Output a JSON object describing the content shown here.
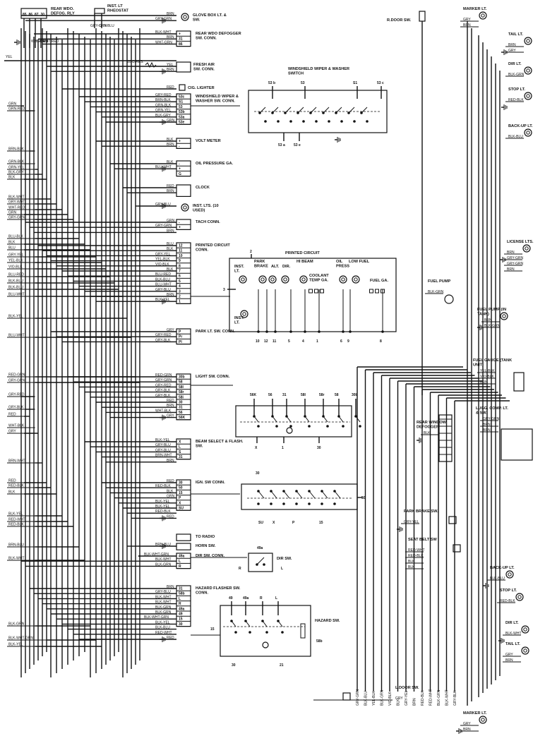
{
  "relay": {
    "label": "REAR WDO. DEFOG. RLY",
    "pins": [
      "85",
      "86",
      "87",
      "30"
    ]
  },
  "top": {
    "rheostat": "INST. LT RHEOSTAT",
    "rear_door_sw": "R.DOOR SW.",
    "yel": "YEL",
    "res": "10 Ω RES."
  },
  "left_wires": [
    "GRN",
    "GRN-RED",
    "BRN-BLK",
    "GRN-BLK",
    "GRN-YEL",
    "BLK-GRY",
    "BLK",
    "BLK-WHT",
    "GRY-WHT",
    "WHT-RED",
    "GRN",
    "GRY-GRN",
    "BLU-BLK",
    "BLK",
    "BLU",
    "GRY-YEL",
    "YEL-BLK",
    "VIO-BLK",
    "BLU-RED",
    "BLK-BLU",
    "BLK-BLU",
    "BLU-WHT",
    "BLK-YEL",
    "BLU-WHT",
    "RED-GRN",
    "GRY-GRN",
    "GRY-RED",
    "GRY-BLK",
    "RED",
    "WHT-BLK",
    "GRY",
    "BRN-WHT",
    "RED",
    "RED-BLK",
    "BLK",
    "BLK-YEL",
    "RED-WHT",
    "RED-BLK",
    "BRN-BLU",
    "BLK-WHT",
    "BLK-GRN",
    "BLK-WHT-GRN",
    "BLK-YEL"
  ],
  "components": [
    {
      "label": "GLOVE BOX LT. & SW.",
      "wires": [
        "BRN",
        "GRY-GRN"
      ]
    },
    {
      "label": "REAR WDO DEFOGGER SW. CONN.",
      "wires": [
        "BLK-WHT",
        "BRN",
        "WHT-GRN"
      ],
      "pins": [
        "+",
        "31",
        "86"
      ]
    },
    {
      "label": "FRESH AIR SW. CONN.",
      "wires": [
        "YEL",
        "BRN"
      ]
    },
    {
      "label": "CIG. LIGHTER",
      "wires": [
        "RED"
      ]
    },
    {
      "label": "WINDSHIELD WIPER & WASHER SW. CONN.",
      "wires": [
        "GRY-RED",
        "BRN-BLK",
        "GRN-BLK",
        "GRN-YEL",
        "BLK-GRY",
        "GRN"
      ],
      "pins": [
        "53c",
        "S1",
        "53",
        "53b",
        "53a",
        "53e"
      ]
    },
    {
      "label": "VOLT METER",
      "wires": [
        "BLK",
        "BRN"
      ],
      "pins": [
        "+",
        "-"
      ]
    },
    {
      "label": "OIL PRESSURE GA.",
      "wires": [
        "BLK",
        "BLU-WHT"
      ],
      "pins": [
        "-",
        "+",
        "G"
      ]
    },
    {
      "label": "CLOCK",
      "wires": [
        "RED",
        "BRN"
      ]
    },
    {
      "label": "INST. LTS. (10 USED)",
      "wires": [
        "GRY-BLU"
      ]
    },
    {
      "label": "TACH CONN.",
      "wires": [
        "GRN",
        "GRY-GRN",
        "BRN"
      ],
      "pins": [
        "-",
        "+"
      ]
    },
    {
      "label": "PRINTED CIRCUIT CONN.",
      "wires": [
        "BLU",
        "BLK",
        "GRY-YEL",
        "YEL-BLK",
        "VIO-BLK",
        "BLK",
        "BLU-RED",
        "BLK-BLU",
        "BLU-WHT",
        "GRY-BLU",
        "BRN",
        "BLK-YEL"
      ],
      "pins": [
        "12",
        "11",
        "10",
        "9",
        "8",
        "7",
        "6",
        "5",
        "4",
        "3",
        "2",
        "1"
      ]
    },
    {
      "label": "PARK LT. SW. CONN.",
      "wires": [
        "GRY",
        "GRY-RED",
        "GRY-BLK"
      ],
      "pins": [
        "P",
        "Pr",
        "Pl"
      ]
    },
    {
      "label": "LIGHT SW. CONN.",
      "wires": [
        "RED-GRN",
        "GRY-GRN",
        "GRY-RED",
        "GRY-BLK",
        "GRY-BLK",
        "RED",
        "BRN",
        "WHT-BLK",
        "GRY"
      ],
      "pins": [
        "30b",
        "58",
        "58l",
        "58r",
        "58i",
        "30",
        "31",
        "56",
        "56K"
      ]
    },
    {
      "label": "BEAM SELECT & FLASH. SW.",
      "wires": [
        "BLK-YEL",
        "GRY-BLU",
        "GRY-BLU",
        "BRN-WHT",
        "BRN"
      ],
      "pins": [
        "X",
        "L",
        "S",
        "31"
      ]
    },
    {
      "label": "IGN. SW CONN.",
      "wires": [
        "RED",
        "RED-BLK",
        "BLK",
        "GRN",
        "BLK-YEL",
        "BLK-YEL",
        "RED-BLK",
        "RED"
      ],
      "pins": [
        "30",
        "50",
        "15",
        "P",
        "X",
        "SU"
      ]
    },
    {
      "label": "TO RADIO",
      "wires": []
    },
    {
      "label": "HORN SW.",
      "wires": [
        "BRN-BLU"
      ]
    },
    {
      "label": "DIR SW. CONN.",
      "wires": [
        "BLK-WHT-GRN",
        "BLK-WHT",
        "BLK-GRN"
      ],
      "pins": [
        "49a",
        "L",
        "R"
      ]
    },
    {
      "label": "HAZARD FLASHER SW. CONN.",
      "wires": [
        "BRN",
        "GRY-BLU",
        "BLK-WHT",
        "BLK-WHT",
        "BLK-GRN",
        "BLK-GRN",
        "BLK-WHT-GRN",
        "BLK-YEL",
        "BLK-BLU",
        "RED-WHT",
        "RED"
      ],
      "pins": [
        "31",
        "58b",
        "L",
        "R",
        "49a",
        "49",
        "15",
        "30"
      ]
    }
  ],
  "switches": {
    "wiper": {
      "label": "WINDSHIELD WIPER & WASHER SWITCH",
      "top_pins": [
        "53 b",
        "53",
        "S1",
        "53 c"
      ],
      "bottom_pins": [
        "53 a",
        "53 e"
      ]
    },
    "printed_circuit": {
      "label": "PRINTED CIRCUIT",
      "items": [
        "INST. LT.",
        "PARK BRAKE",
        "ALT.",
        "DIR.",
        "HI BEAM",
        "COOLANT TEMP GA.",
        "OIL PRESS",
        "LOW FUEL",
        "FUEL GA.",
        "INST. LT."
      ],
      "pins": [
        "10",
        "12",
        "11",
        "5",
        "4",
        "1",
        "6",
        "9",
        "8"
      ],
      "side_pins": [
        "3",
        "2"
      ]
    },
    "light": {
      "top_pins": [
        "56K",
        "56",
        "31",
        "58l",
        "58r",
        "58",
        "30b"
      ],
      "bottom_pins": [
        "X",
        "1",
        "30"
      ]
    },
    "ign": {
      "pins": [
        "30",
        "SU",
        "X",
        "P",
        "15",
        "50"
      ]
    },
    "dir": {
      "pins": [
        "49a",
        "R",
        "L"
      ],
      "label": "DIR SW."
    },
    "hazard": {
      "label": "HAZARD SW.",
      "top_pins": [
        "49",
        "49a",
        "R",
        "L"
      ],
      "pins": [
        "15",
        "58b",
        "30",
        "21"
      ]
    }
  },
  "right_side": [
    {
      "label": "MARKER LT.",
      "wires": [
        "GRY",
        "BRN"
      ]
    },
    {
      "label": "TAIL LT.",
      "wires": [
        "BRN",
        "GRY"
      ]
    },
    {
      "label": "DIR LT.",
      "wires": [
        "BLK-GRN"
      ]
    },
    {
      "label": "STOP LT.",
      "wires": [
        "RED-BLK"
      ]
    },
    {
      "label": "BACK-UP LT.",
      "wires": [
        "BLK-BLU"
      ]
    },
    {
      "label": "LICENSE LTS.",
      "wires": [
        "BRN",
        "GRY-GRN",
        "GRY-GRN",
        "BRN"
      ]
    },
    {
      "label": "FUEL PUMP",
      "wires": [
        "BLK-GRN"
      ]
    },
    {
      "label": "FUEL PUMP (IN TANK)",
      "wires": [
        "BRN",
        "BLK-GRN"
      ]
    },
    {
      "label": "FUEL GAUGE (TANK UNIT)",
      "wires": [
        "YEL-BLK",
        "VIO-BLK",
        "BRN"
      ],
      "pins": [
        "W",
        "G",
        "31"
      ]
    },
    {
      "label": "REAR WINDOW DEFOGGER",
      "wires": [
        "BLK"
      ]
    },
    {
      "label": "LUGG. COMP. LT. & SW.",
      "wires": [
        "GRY-GRN",
        "BRN",
        "BRN"
      ]
    },
    {
      "label": "PARK BRAKE SW.",
      "wires": [
        "GRY-YEL"
      ]
    },
    {
      "label": "SEAT BELT SW",
      "wires": [
        "RED-WHT",
        "RED-BLK",
        "BLK",
        "BLK"
      ]
    },
    {
      "label": "BACK-UP LT.",
      "wires": [
        "BLK-BLU"
      ]
    },
    {
      "label": "STOP LT.",
      "wires": [
        "RED-BLK"
      ]
    },
    {
      "label": "DIR LT.",
      "wires": [
        "BLK-WHT"
      ]
    },
    {
      "label": "TAIL LT.",
      "wires": [
        "GRY",
        "BRN"
      ]
    },
    {
      "label": "MARKER LT.",
      "wires": [
        "GRY",
        "BRN"
      ]
    },
    {
      "label": "L.DOOR SW.",
      "wires": [
        "GRY"
      ]
    }
  ],
  "bottom_wires": [
    "GRY-GRN",
    "BLK-BLU",
    "YEL-BLK",
    "BLK-GRN",
    "VIO-BLK",
    "BLK",
    "GRY-YEL",
    "BRN",
    "RED-BLK",
    "RED-WHT",
    "BLK-GRN",
    "BLK-WHT",
    "GRY-BLK"
  ]
}
